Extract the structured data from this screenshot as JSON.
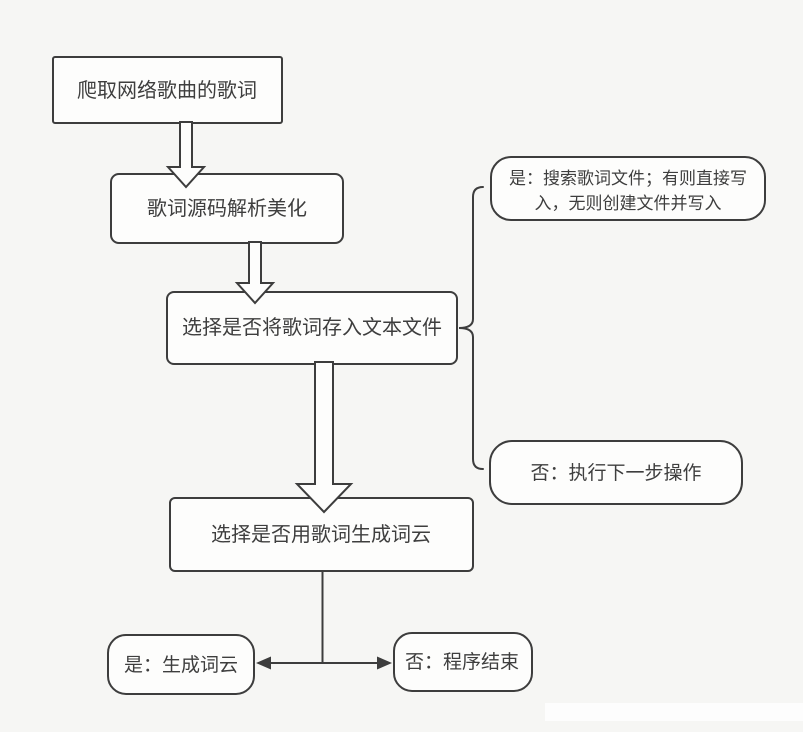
{
  "diagram": {
    "type": "flowchart",
    "language": "zh-CN",
    "colors": {
      "background": "#f6f6f4",
      "node_fill": "#fdfdfc",
      "stroke": "#3d3d3d",
      "text": "#3e3e3e"
    },
    "nodes": {
      "crawl": {
        "label": "爬取网络歌曲的歌词",
        "shape": "rectangle"
      },
      "beautify": {
        "label": "歌词源码解析美化",
        "shape": "rounded-rectangle"
      },
      "save_choice": {
        "label": "选择是否将歌词存入文本文件",
        "shape": "rounded-rectangle"
      },
      "save_yes": {
        "line1": "是：搜索歌词文件；有则直接写",
        "line2": "入，无则创建文件并写入",
        "shape": "pill-rectangle"
      },
      "save_no": {
        "label": "否：执行下一步操作",
        "shape": "pill-rectangle"
      },
      "cloud_choice": {
        "label": "选择是否用歌词生成词云",
        "shape": "rounded-rectangle"
      },
      "cloud_yes": {
        "label": "是：生成词云",
        "shape": "pill-rectangle"
      },
      "cloud_no": {
        "label": "否：程序结束",
        "shape": "pill-rectangle"
      }
    },
    "edges": [
      {
        "from": "crawl",
        "to": "beautify",
        "style": "hollow-block-arrow"
      },
      {
        "from": "beautify",
        "to": "save_choice",
        "style": "hollow-block-arrow"
      },
      {
        "from": "save_choice",
        "to": "cloud_choice",
        "style": "hollow-block-arrow"
      },
      {
        "from": "save_choice",
        "to": "save_yes",
        "style": "curly-brace"
      },
      {
        "from": "save_choice",
        "to": "save_no",
        "style": "curly-brace"
      },
      {
        "from": "cloud_choice",
        "to": "cloud_yes",
        "style": "thin-line-arrow"
      },
      {
        "from": "cloud_choice",
        "to": "cloud_no",
        "style": "thin-line-arrow"
      }
    ]
  }
}
